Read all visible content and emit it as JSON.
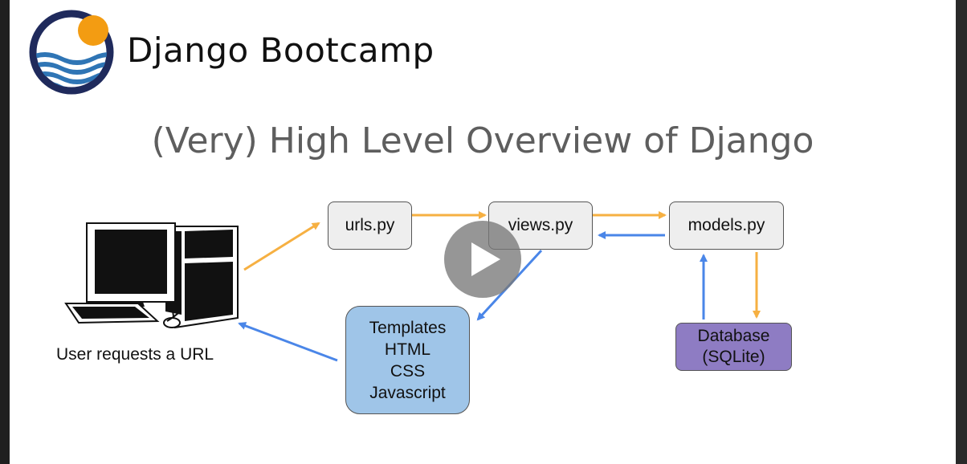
{
  "brand": {
    "name": "Django Bootcamp",
    "logo_icon": "sun-over-waves-logo",
    "colors": {
      "ring": "#1f2a5c",
      "sun": "#f39c12",
      "waves": "#2f75b5"
    }
  },
  "slide": {
    "title": "(Very) High Level Overview of Django"
  },
  "diagram": {
    "user_caption": "User requests a URL",
    "nodes": {
      "urls": "urls.py",
      "views": "views.py",
      "models": "models.py",
      "templates": [
        "Templates",
        "HTML",
        "CSS",
        "Javascript"
      ],
      "database": [
        "Database",
        "(SQLite)"
      ]
    },
    "colors": {
      "request_arrow": "#f6b042",
      "response_arrow": "#4a86e8",
      "templates_fill": "#9fc5e8",
      "database_fill": "#8e7cc3",
      "box_fill": "#eeeeee"
    }
  },
  "player": {
    "play_icon": "play-icon"
  }
}
